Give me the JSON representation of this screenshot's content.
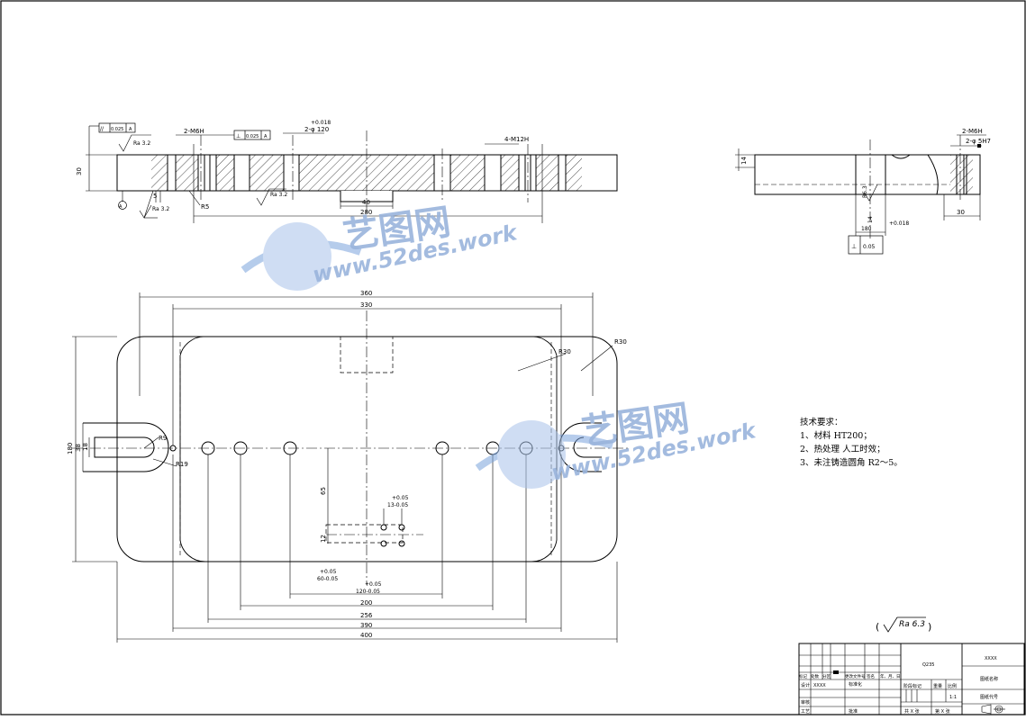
{
  "drawing": {
    "dims": {
      "d30_left": "30",
      "d2m6h_left": "2-M6H",
      "d2phi": "2-φ 120",
      "d_tol1": "+0.018",
      "d4m12h": "4-M12H",
      "d40": "40",
      "d280": "280",
      "dr5": "R5",
      "d5": "5",
      "d360": "360",
      "d330": "330",
      "dr30a": "R30",
      "dr30b": "R30",
      "d180": "180",
      "d38": "38",
      "d18": "18",
      "dr9": "R9",
      "dr19": "R19",
      "d65": "65",
      "d12": "12",
      "d_tol2a": "+0.05",
      "d_tol2b": "13-0.05",
      "d60": "60-0.05",
      "d_tol3": "+0.05",
      "d120": "120-0.05",
      "d_tol4": "+0.05",
      "d200": "200",
      "d256": "256",
      "d390": "390",
      "d400": "400",
      "d14": "14",
      "d2m6h_r": "2-M6H",
      "d2phi5": "2-φ 5H7",
      "d30_r": "30",
      "dr63": "R6.3",
      "d14b": "14",
      "d180b": "180",
      "d_tol5": "+0.018",
      "datum_a": "A"
    },
    "fcf": {
      "f1_sym": "//",
      "f1_val": "0.025",
      "f1_ref": "A",
      "f2_sym": "⊥",
      "f2_val": "0.025",
      "f2_ref": "A",
      "f3_sym": "⊥",
      "f3_val": "0.05",
      "ra1": "Ra 3.2",
      "ra2": "Ra 3.2",
      "ra3": "Ra 3.2",
      "ra4": "Ra 6.3"
    }
  },
  "notes": {
    "title": "技术要求：",
    "items": [
      "1、材料 HT200；",
      "2、热处理 人工时效；",
      "3、未注铸造圆角 R2～5。"
    ]
  },
  "roughness": {
    "general": "Ra 6.3"
  },
  "title_block": {
    "material": "Q235",
    "unit_name": "XXXX",
    "drawing_name": "图纸名称",
    "drawing_code": "图纸代号",
    "row1": [
      "标记",
      "处数",
      "分区",
      "更改文件号",
      "签名",
      "年、月、日"
    ],
    "design_label": "设计",
    "design_name": "XXXX",
    "std_label": "标准化",
    "stage_label": "阶段标记",
    "weight_label": "重量",
    "scale_label": "比例",
    "scale_value": "1:1",
    "check_label": "审核",
    "process_label": "工艺",
    "approve_label": "批准",
    "sheets_total": "共 X 张",
    "sheet_no": "第 X 张"
  },
  "watermark": {
    "brand": "艺图网",
    "site": "www.52des.work"
  }
}
